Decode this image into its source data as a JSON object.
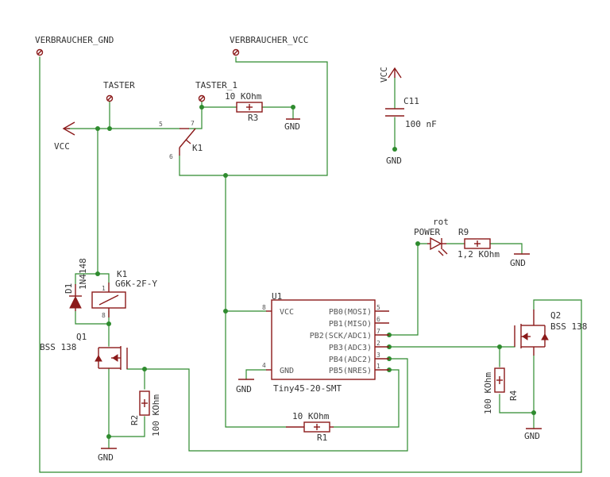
{
  "nets": {
    "verbraucher_gnd": "VERBRAUCHER_GND",
    "verbraucher_vcc": "VERBRAUCHER_VCC",
    "taster": "TASTER",
    "taster_1": "TASTER_1",
    "vcc_left": "VCC",
    "vcc_cap": "VCC",
    "gnd_r3": "GND",
    "gnd_c11": "GND",
    "gnd_r9": "GND",
    "gnd_u1": "GND",
    "gnd_q1": "GND",
    "gnd_q2": "GND"
  },
  "parts": {
    "r3": {
      "name": "R3",
      "value": "10 KOhm"
    },
    "c11": {
      "name": "C11",
      "value": "100 nF"
    },
    "k1_switch": {
      "name": "K1",
      "pin_5": "5",
      "pin_6": "6",
      "pin_7": "7"
    },
    "k1_coil": {
      "name": "K1",
      "value": "G6K-2F-Y",
      "pin_1": "1",
      "pin_8": "8"
    },
    "d1": {
      "name": "D1",
      "value": "1N4148"
    },
    "q1": {
      "name": "Q1",
      "value": "BSS 138"
    },
    "r2": {
      "name": "R2",
      "value": "100 KOhm"
    },
    "led": {
      "name": "POWER",
      "color": "rot"
    },
    "r9": {
      "name": "R9",
      "value": "1,2 KOhm"
    },
    "u1": {
      "name": "U1",
      "value": "Tiny45-20-SMT",
      "left_pins": [
        {
          "num": "8",
          "label": "VCC"
        },
        {
          "num": "4",
          "label": "GND"
        }
      ],
      "right_pins": [
        {
          "num": "5",
          "label": "PB0(MOSI)"
        },
        {
          "num": "6",
          "label": "PB1(MISO)"
        },
        {
          "num": "7",
          "label": "PB2(SCK/ADC1)"
        },
        {
          "num": "2",
          "label": "PB3(ADC3)"
        },
        {
          "num": "3",
          "label": "PB4(ADC2)"
        },
        {
          "num": "1",
          "label": "PB5(NRES)"
        }
      ]
    },
    "r1": {
      "name": "R1",
      "value": "10 KOhm"
    },
    "q2": {
      "name": "Q2",
      "value": "BSS 138"
    },
    "r4": {
      "name": "R4",
      "value": "100 KOhm"
    }
  }
}
